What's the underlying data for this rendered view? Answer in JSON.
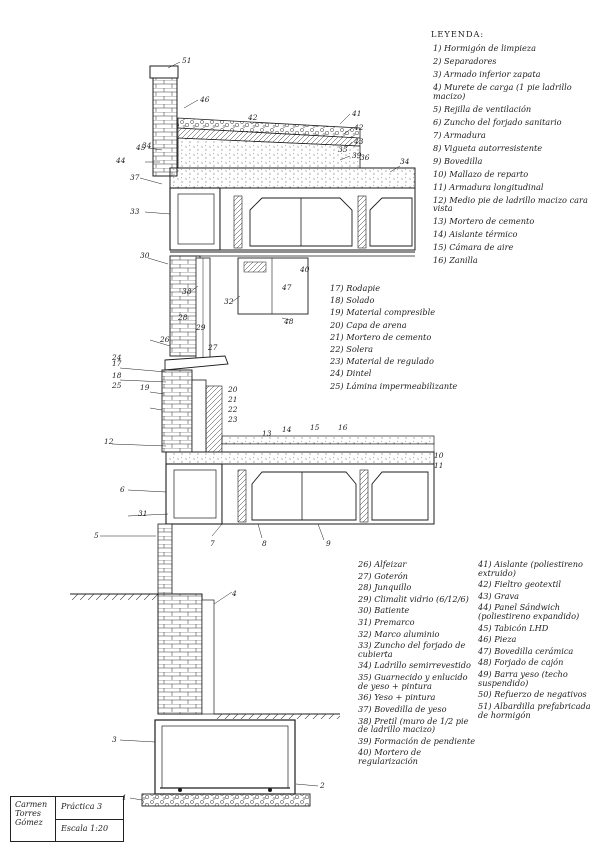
{
  "legend": {
    "title": "LEYENDA:",
    "items": [
      "1) Hormigón de limpieza",
      "2) Separadores",
      "3) Armado inferior zapata",
      "4) Murete de carga (1 pie ladrillo macizo)",
      "5) Rejilla de ventilación",
      "6) Zuncho del forjado sanitario",
      "7) Armadura",
      "8) Vigueta autorresistente",
      "9) Bovedilla",
      "10) Mallazo de reparto",
      "11) Armadura longitudinal",
      "12) Medio pie de ladrillo macizo cara vista",
      "13) Mortero de cemento",
      "14) Aislante térmico",
      "15) Cámara de aire",
      "16) Zanilla"
    ]
  },
  "legend2": [
    "17) Rodapie",
    "18) Solado",
    "19) Material compresible",
    "20) Capa de arena",
    "21) Mortero de cemento",
    "22) Solera",
    "23) Material de regulado",
    "24) Dintel",
    "25) Lámina impermeabilizante"
  ],
  "legend3": [
    "26) Alfeizar",
    "27) Goterón",
    "28) Junquillo",
    "29) Climalit vidrio (6/12/6)",
    "30) Batiente",
    "31) Premarco",
    "32) Marco aluminio",
    "33) Zuncho del forjado de cubierta",
    "34) Ladrillo semirrevestido",
    "35) Guarnecido y enlucido de yeso + pintura",
    "36) Yeso + pintura",
    "37) Bovedilla de yeso",
    "38) Pretil (muro de 1/2 pie de ladrillo macizo)",
    "39) Formación de pendiente",
    "40) Mortero de regularización"
  ],
  "legend4": [
    "41) Aislante (poliestireno extruido)",
    "42) Fieltro geotextil",
    "43) Grava",
    "44) Panel Sándwich (poliestireno expandido)",
    "45) Tabicón LHD",
    "46) Pieza",
    "47) Bovedilla cerámica",
    "48) Forjado de cajón",
    "49) Barra yeso (techo suspendido)",
    "50) Refuerzo de negativos",
    "51) Albardilla prefabricada de hormigón"
  ],
  "title_block": {
    "author": "Carmen Torres Gómez",
    "sheet": "Práctica 3",
    "scale": "Escala 1:20"
  },
  "callouts": {
    "top": [
      "51",
      "46",
      "45",
      "34",
      "41",
      "42",
      "43",
      "44",
      "39",
      "35",
      "37",
      "33",
      "34",
      "36",
      "40",
      "30",
      "42",
      "47",
      "38",
      "32",
      "48"
    ],
    "mid": [
      "17",
      "18",
      "19",
      "20",
      "21",
      "22",
      "23",
      "24",
      "25",
      "31",
      "26",
      "27",
      "28",
      "29",
      "10",
      "12",
      "13",
      "14",
      "15",
      "16",
      "11",
      "9",
      "6",
      "7",
      "8",
      "5"
    ],
    "low": [
      "4",
      "3",
      "2",
      "1"
    ]
  }
}
